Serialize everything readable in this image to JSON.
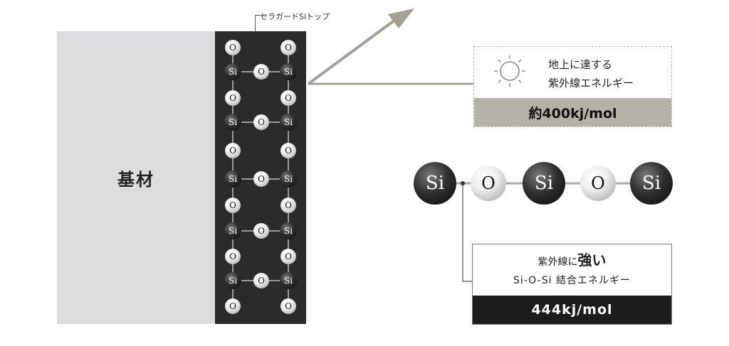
{
  "substrate_label": "基材",
  "coating_label": "セラガードSiトップ",
  "atoms": {
    "oxygen": "O",
    "silicon": "Si"
  },
  "uv_box": {
    "line1": "地上に達する",
    "line2": "紫外線エネルギー",
    "energy": "約400kj/mol"
  },
  "bond_box": {
    "line1_prefix": "紫外線に",
    "line1_emphasis": "強い",
    "line2": "Si-O-Si 結合エネルギー",
    "energy": "444kj/mol"
  },
  "colors": {
    "substrate": "#dcdcdf",
    "coating": "#2b2b2b",
    "uv_band": "#b4b1a6",
    "bond_band": "#1c1c1c"
  }
}
